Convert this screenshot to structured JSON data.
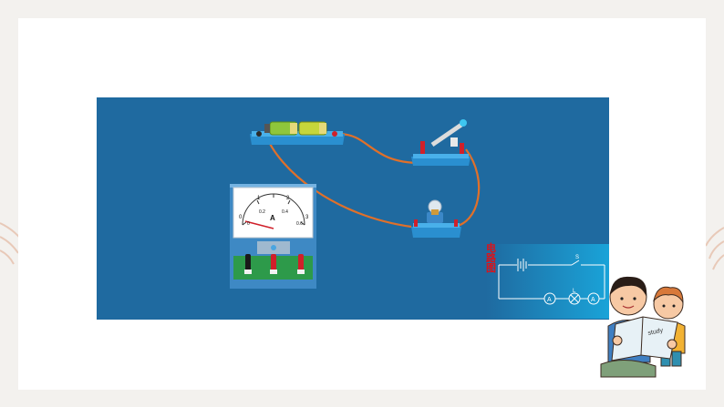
{
  "slide": {
    "circuit_label": "电路图",
    "ammeter": {
      "unit": "A",
      "top_scale": [
        "0",
        "1",
        "2",
        "3"
      ],
      "bottom_scale": [
        "0",
        "0.2",
        "0.4",
        "0.6"
      ]
    },
    "book_text": "study",
    "schematic_symbols": {
      "switch": "S",
      "lamp": "L",
      "ammeter_1": "A",
      "ammeter_2": "A"
    }
  },
  "colors": {
    "frame": "#f3f1ee",
    "panel": "#1f6aa0",
    "wire": "#e0702a",
    "schematic_bg": "#1aa3d8"
  }
}
